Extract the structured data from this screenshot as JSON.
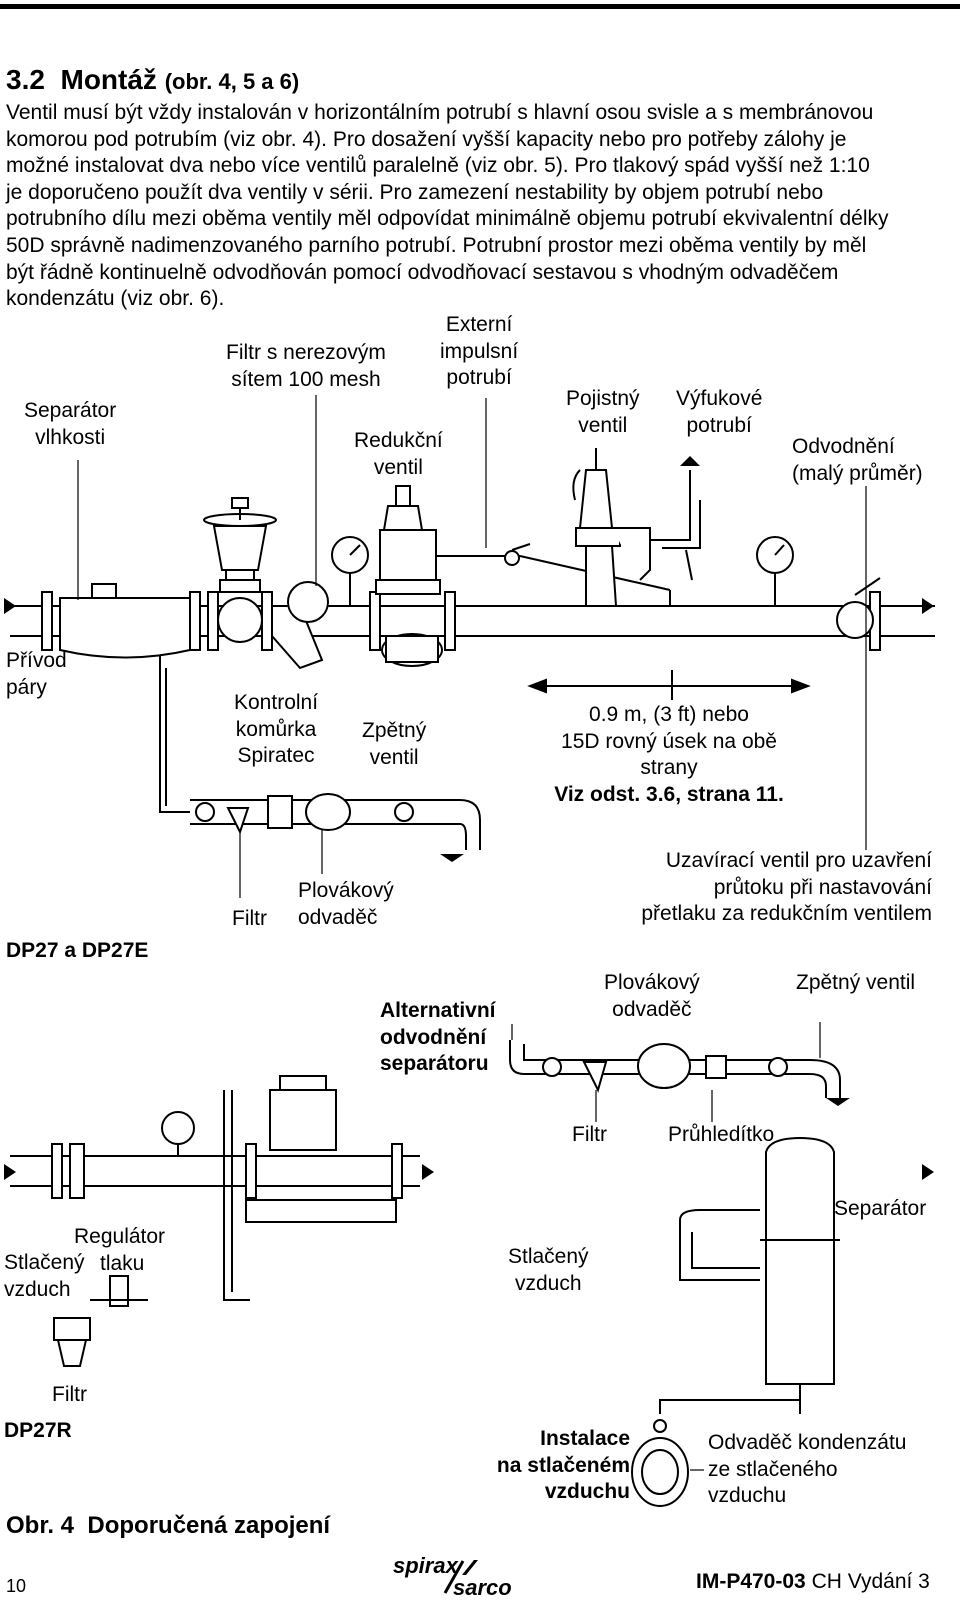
{
  "section": {
    "number": "3.2",
    "title": "Montáž",
    "ref": "(obr. 4, 5 a 6)"
  },
  "body_lines": [
    "Ventil musí být vždy instalován v horizontálním potrubí s hlavní osou svisle a s membránovou",
    "komorou pod potrubím (viz obr. 4). Pro dosažení vyšší kapacity nebo pro potřeby zálohy je",
    "možné instalovat dva nebo více ventilů paralelně (viz obr. 5). Pro tlakový spád vyšší než 1:10",
    "je doporučeno použít dva ventily v sérii. Pro zamezení nestability by objem potrubí nebo",
    "potrubního dílu mezi oběma ventily měl odpovídat minimálně objemu potrubí ekvivalentní délky",
    "50D správně nadimenzovaného parního potrubí. Potrubní prostor mezi oběma ventily by měl",
    "být řádně kontinuelně odvodňován pomocí  odvodňovací sestavou s vhodným odvaděčem",
    "kondenzátu (viz obr. 6)."
  ],
  "fig_labels": {
    "externi_impulsni": [
      "Externí",
      "impulsní",
      "potrubí"
    ],
    "filtr_mesh": [
      "Filtr s nerezovým",
      "sítem 100 mesh"
    ],
    "separator_vlhkosti": [
      "Separátor",
      "vlhkosti"
    ],
    "redukcni_ventil": [
      "Redukční",
      "ventil"
    ],
    "pojistny_ventil": [
      "Pojistný",
      "ventil"
    ],
    "vyfukove_potrubi": [
      "Výfukové",
      "potrubí"
    ],
    "odvodneni_maly": [
      "Odvodnění",
      "(malý průměr)"
    ],
    "privod_pary": [
      "Přívod",
      "páry"
    ],
    "kontrolni_komurka": [
      "Kontrolní",
      "komůrka",
      "Spiratec"
    ],
    "zpetny_ventil": [
      "Zpětný",
      "ventil"
    ],
    "distance_note": [
      "0.9 m, (3 ft) nebo",
      "15D rovný úsek na obě",
      "strany"
    ],
    "distance_ref": "Viz odst. 3.6, strana 11.",
    "filtr_1": "Filtr",
    "plovakovy_odvadec_1": [
      "Plovákový",
      "odvaděč"
    ],
    "uzaviraci_ventil": [
      "Uzavírací ventil pro uzavření",
      "průtoku při nastavování",
      "přetlaku za redukčním ventilem"
    ],
    "dp27": "DP27 a DP27E",
    "alternativni": [
      "Alternativní",
      "odvodnění",
      "separátoru"
    ],
    "plovakovy_odvadec_2": [
      "Plovákový",
      "odvaděč"
    ],
    "zpetny_ventil_2": "Zpětný ventil",
    "filtr_2": "Filtr",
    "pruhleditko": "Průhledítko",
    "separator": "Separátor",
    "regulator_tlaku": [
      "Regulátor",
      "tlaku"
    ],
    "stlaceny_vzduch_1": [
      "Stlačený",
      "vzduch"
    ],
    "stlaceny_vzduch_2": [
      "Stlačený",
      "vzduch"
    ],
    "filtr_3": "Filtr",
    "dp27r": "DP27R",
    "instalace": [
      "Instalace",
      "na stlačeném",
      "vzduchu"
    ],
    "odvadec_kondenzatu": [
      "Odvaděč kondenzátu",
      "ze stlačeného",
      "vzduchu"
    ]
  },
  "caption": {
    "number": "Obr. 4",
    "text": "Doporučená zapojení"
  },
  "footer": {
    "page": "10",
    "logo_text": [
      "spirax",
      "sarco"
    ],
    "doc_id": "IM-P470-03",
    "doc_suffix": "CH Vydání 3"
  }
}
